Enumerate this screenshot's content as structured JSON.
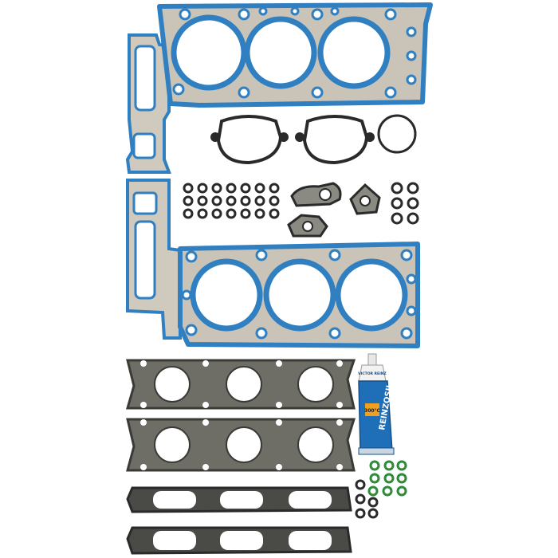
{
  "image": {
    "subject": "cylinder-head-gasket-set",
    "background": "#ffffff",
    "colors": {
      "head_gasket_blue": "#2f7fc1",
      "head_gasket_steel": "#c9c3b8",
      "manifold_gasket_gray": "#6e6e66",
      "dark_seal": "#2a2a2a",
      "green_oring": "#2e8b3a",
      "tube_blue": "#1f6fb8",
      "tube_cap_white": "#f2f2f2",
      "tube_label_orange": "#f0a020"
    },
    "parts": [
      {
        "name": "upper-cylinder-head-gasket",
        "icon": "head-gasket-icon"
      },
      {
        "name": "lower-cylinder-head-gasket",
        "icon": "head-gasket-icon"
      },
      {
        "name": "valve-cover-gaskets",
        "icon": "cover-gasket-icon"
      },
      {
        "name": "round-o-ring",
        "icon": "o-ring-icon"
      },
      {
        "name": "valve-stem-seals",
        "icon": "seal-icon"
      },
      {
        "name": "flange-gaskets",
        "icon": "flange-icon"
      },
      {
        "name": "intake-manifold-gaskets",
        "icon": "manifold-gasket-icon"
      },
      {
        "name": "exhaust-manifold-gaskets",
        "icon": "manifold-gasket-icon"
      },
      {
        "name": "sealant-tube",
        "icon": "tube-icon"
      }
    ]
  },
  "tube": {
    "brand": "REINZOSIL",
    "cap_text": "VICTOR REINZ",
    "temp_label": "300°C"
  }
}
